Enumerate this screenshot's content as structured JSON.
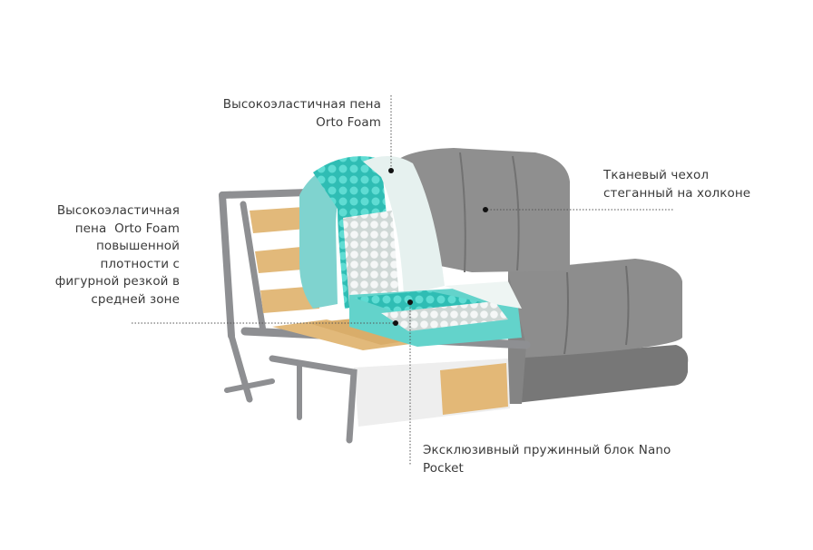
{
  "labels": {
    "top_foam": [
      "Высокоэластичная пена",
      "Orto Foam"
    ],
    "left_foam": [
      "Высокоэластичная",
      "пена  Orto Foam",
      "повышенной",
      "плотности с",
      "фигурной резкой в",
      "средней зоне"
    ],
    "fabric": [
      "Тканевый чехол",
      "стеганный на холконе"
    ],
    "spring_block": [
      "Эксклюзивный пружинный блок Nano",
      "Pocket"
    ]
  },
  "colors": {
    "fabric": "#8a8a8a",
    "teal_foam": "#38c9c0",
    "white_foam": "#e6f1ef",
    "wood": "#e2b97a",
    "metal": "#8e8f92",
    "text": "#3a3a3a"
  }
}
